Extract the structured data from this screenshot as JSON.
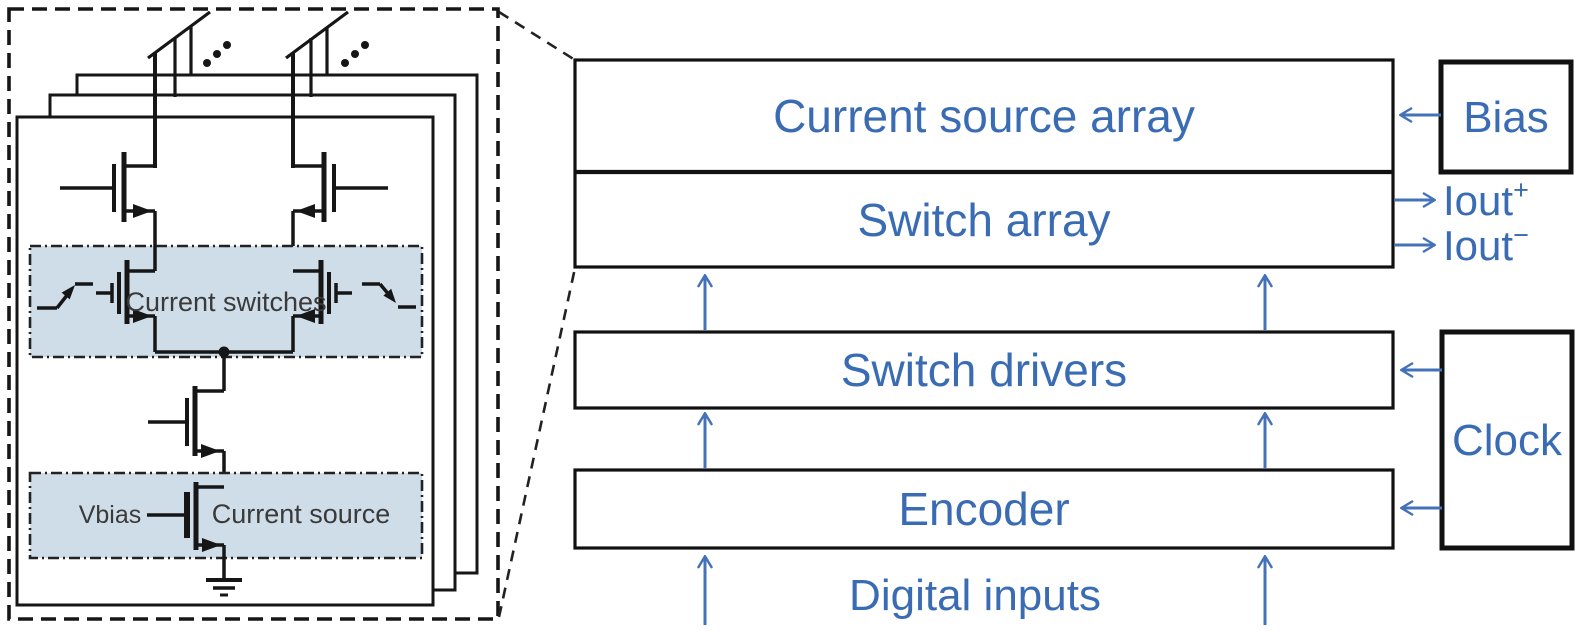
{
  "detail_cell": {
    "current_switches_label": "Current switches",
    "current_source_label": "Current source",
    "vbias_label": "Vbias"
  },
  "blocks": {
    "current_source_array": "Current source array",
    "switch_array": "Switch array",
    "switch_drivers": "Switch drivers",
    "encoder": "Encoder",
    "bias": "Bias",
    "clock": "Clock"
  },
  "labels": {
    "digital_inputs": "Digital inputs",
    "iout_plus": {
      "base": "Iout",
      "sup": "+"
    },
    "iout_minus": {
      "base": "Iout",
      "sup": "−"
    }
  },
  "icons": [
    "ground-icon",
    "node-dot-icon",
    "ellipsis-dots-icon",
    "rising-signal-arrow-icon",
    "falling-signal-arrow-icon",
    "mosfet-symbol",
    "bus-slash-icon",
    "arrow-icon"
  ],
  "colors": {
    "block_text_blue": "#3a6cb4",
    "arrow_blue": "#4472b8",
    "shaded_box_fill": "#cfdde9",
    "line_black": "#161616",
    "schematic_text": "#3a3a3a"
  }
}
